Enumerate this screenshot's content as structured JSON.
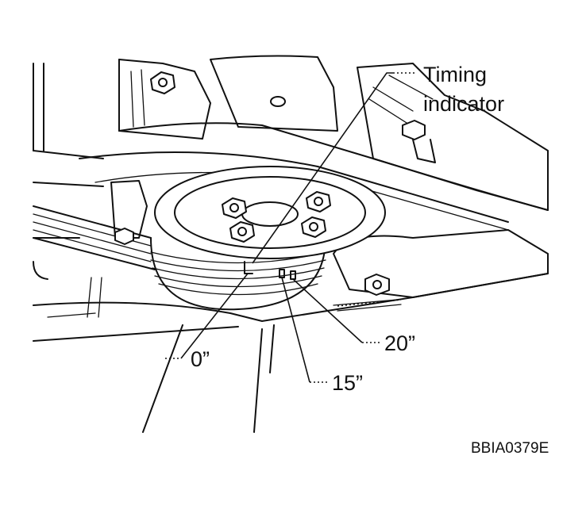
{
  "labels": {
    "timing_indicator_line1": "Timing",
    "timing_indicator_line2": "indicator",
    "mark_0": "0”",
    "mark_15": "15”",
    "mark_20": "20”",
    "figure_code": "BBIA0379E"
  }
}
